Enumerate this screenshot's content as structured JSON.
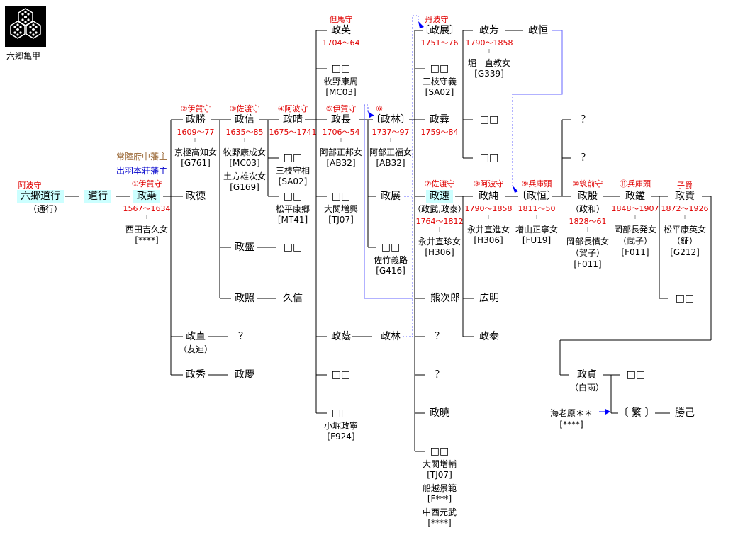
{
  "crest": {
    "label": "六郷亀甲",
    "icon": "kikko-crest-icon"
  },
  "domains": {
    "hitachi": "常陸府中藩主",
    "dewa": "出羽本荘藩主"
  },
  "people": {
    "p1": {
      "title": "阿波守",
      "name": "六郷道行",
      "alias": "（通行）"
    },
    "p2": {
      "name": "道行"
    },
    "p3": {
      "title": "①伊賀守",
      "name": "政乗",
      "years": "1567～1634",
      "spouse": "西田吉久女",
      "code": "[****]"
    },
    "p4": {
      "title": "②伊賀守",
      "name": "政勝",
      "years": "1609～77",
      "spouse": "京極高知女",
      "code": "[G761]"
    },
    "p5": {
      "name": "政徳"
    },
    "p6": {
      "name": "政直",
      "alias": "（友迪）"
    },
    "p7": {
      "name": "政秀"
    },
    "p8": {
      "name": "政慶"
    },
    "p9": {
      "name": "？"
    },
    "p10": {
      "title": "③佐渡守",
      "name": "政信",
      "years": "1635～85",
      "spouse": "牧野康成女",
      "code": "[MC03]",
      "spouse2": "土方雄次女",
      "code2": "[G169]"
    },
    "p11": {
      "name": "政盛"
    },
    "p12": {
      "name": "□□"
    },
    "p13": {
      "name": "政照"
    },
    "p14": {
      "name": "久信"
    },
    "p15": {
      "title": "④阿波守",
      "name": "政晴",
      "years": "1675～1741"
    },
    "p16": {
      "name": "□□",
      "spouse": "三枝守相",
      "code": "[SA02]"
    },
    "p17": {
      "name": "□□",
      "spouse": "松平康郷",
      "code": "[MT41]"
    },
    "p18": {
      "title": "但馬守",
      "name": "政英",
      "years": "1704～64"
    },
    "p19": {
      "name": "□□",
      "spouse": "牧野康周",
      "code": "[MC03]"
    },
    "p20": {
      "title": "⑤伊賀守",
      "name": "政長",
      "years": "1706～54",
      "spouse": "阿部正邦女",
      "code": "[AB32]"
    },
    "p21": {
      "name": "□□",
      "spouse": "大関増興",
      "code": "[TJ07]"
    },
    "p22": {
      "name": "政蔭"
    },
    "p23": {
      "name": "政林"
    },
    "p24": {
      "name": "□□"
    },
    "p25": {
      "name": "□□",
      "spouse": "小堀政寧",
      "code": "[F924]"
    },
    "p26": {
      "title": "⑥",
      "name": "〔政林〕",
      "years": "1737～97",
      "spouse": "阿部正福女",
      "code": "[AB32]"
    },
    "p27": {
      "name": "政展"
    },
    "p28": {
      "name": "□□",
      "spouse": "佐竹義路",
      "code": "[G416]"
    },
    "p29": {
      "title": "丹波守",
      "name": "〔政展〕",
      "years": "1751～76"
    },
    "p30": {
      "name": "□□",
      "spouse": "三枝守義",
      "code": "[SA02]"
    },
    "p31": {
      "name": "政彛",
      "years": "1759～84"
    },
    "p32": {
      "title": "⑦佐渡守",
      "name": "政速",
      "alias": "（政武,政泰）",
      "years": "1764～1812",
      "spouse": "永井直珍女",
      "code": "[H306]"
    },
    "p33": {
      "name": "熊次郎"
    },
    "p34": {
      "name": "？"
    },
    "p35": {
      "name": "？"
    },
    "p36": {
      "name": "政暁"
    },
    "p37": {
      "name": "□□",
      "spouse": "大関増輔",
      "code": "[TJ07]",
      "spouse2": "船越景範",
      "code2": "[F***]",
      "spouse3": "中西元武",
      "code3": "[****]"
    },
    "p38": {
      "name": "政芳",
      "years": "1790～1858",
      "spouse": "堀　直教女",
      "code": "[G339]"
    },
    "p39": {
      "name": "政恒"
    },
    "p40": {
      "name": "□□"
    },
    "p41": {
      "name": "□□"
    },
    "p42": {
      "title": "⑧阿波守",
      "name": "政純",
      "years": "1790～1858",
      "spouse": "永井直進女",
      "code": "[H306]"
    },
    "p43": {
      "name": "広明"
    },
    "p44": {
      "name": "政泰"
    },
    "p45": {
      "title": "⑨兵庫頭",
      "name": "〔政恒〕",
      "years": "1811～50",
      "spouse": "増山正寧女",
      "code": "[FU19]"
    },
    "p46": {
      "name": "？"
    },
    "p47": {
      "name": "？"
    },
    "p48": {
      "title": "⑩筑前守",
      "name": "政殷",
      "alias": "（政和）",
      "years": "1828～61",
      "spouse": "岡部長慎女",
      "spouse_alias": "（賀子）",
      "code": "[F011]"
    },
    "p49": {
      "title": "⑪兵庫頭",
      "name": "政鑑",
      "years": "1848～1907",
      "spouse": "岡部長発女",
      "spouse_alias": "（武子）",
      "code": "[F011]"
    },
    "p50": {
      "title": "子爵",
      "name": "政賢",
      "years": "1872～1926",
      "spouse": "松平康英女",
      "spouse_alias": "（鉦）",
      "code": "[G212]"
    },
    "p51": {
      "name": "□□"
    },
    "p52": {
      "name": "政貞",
      "alias": "（白雨）"
    },
    "p53": {
      "name": "□□"
    },
    "p54": {
      "name": "〔 繁 〕"
    },
    "p55": {
      "name": "勝己"
    },
    "p56": {
      "name": "海老原＊＊",
      "code": "[****]"
    }
  },
  "colors": {
    "line": "#000000",
    "adoption_line": "#6666ff",
    "arrow": "#0000ff",
    "highlight": "#ccffff",
    "title_red": "#e00000",
    "number_blue": "#0000e0"
  }
}
